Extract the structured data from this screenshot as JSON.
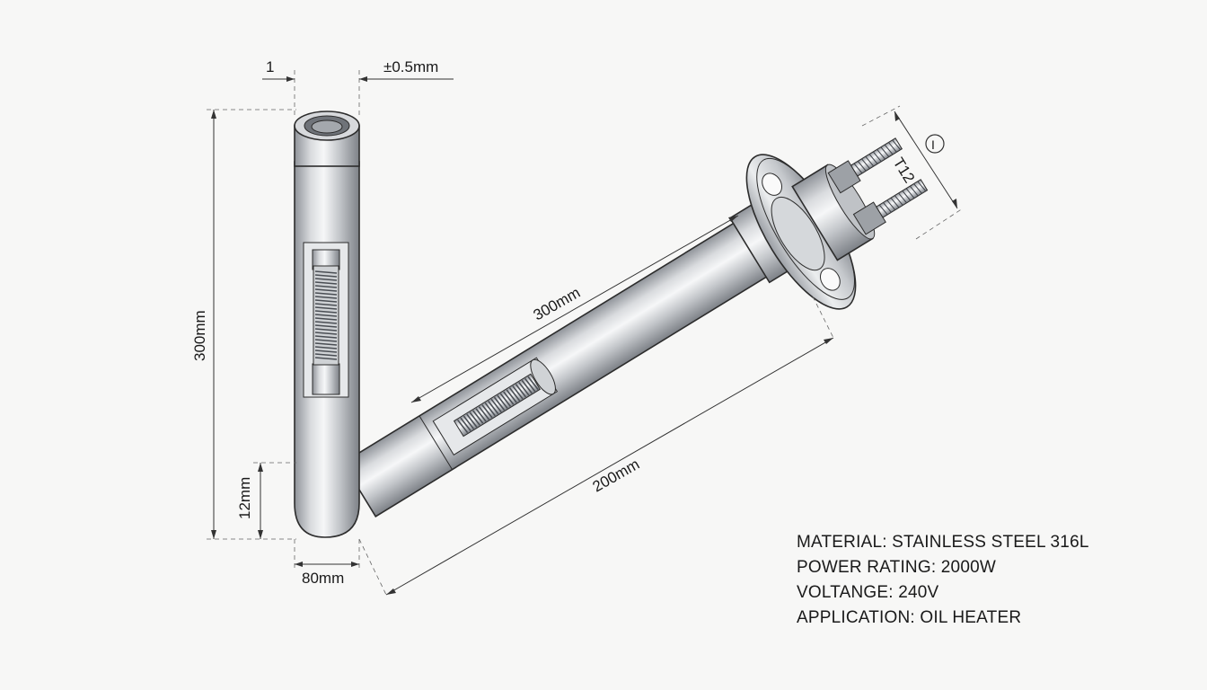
{
  "dimensions": {
    "top_left": "1",
    "top_tolerance": "±0.5mm",
    "vertical_height": "300mm",
    "bottom_height": "12mm",
    "tube_width": "80mm",
    "diagonal_upper": "300mm",
    "diagonal_lower": "200mm",
    "flange_thread": "T12",
    "flange_marker": "I"
  },
  "specs": {
    "material": "MATERIAL: STAINLESS STEEL 316L",
    "power": "POWER RATING: 2000W",
    "voltage": "VOLTANGE: 240V",
    "application": "APPLICATION: OIL HEATER"
  },
  "colors": {
    "background": "#f7f7f6",
    "metal_light": "#f4f5f6",
    "metal_mid": "#c9ccd0",
    "metal_dark": "#8a8e94",
    "line": "#2c2c2c"
  }
}
